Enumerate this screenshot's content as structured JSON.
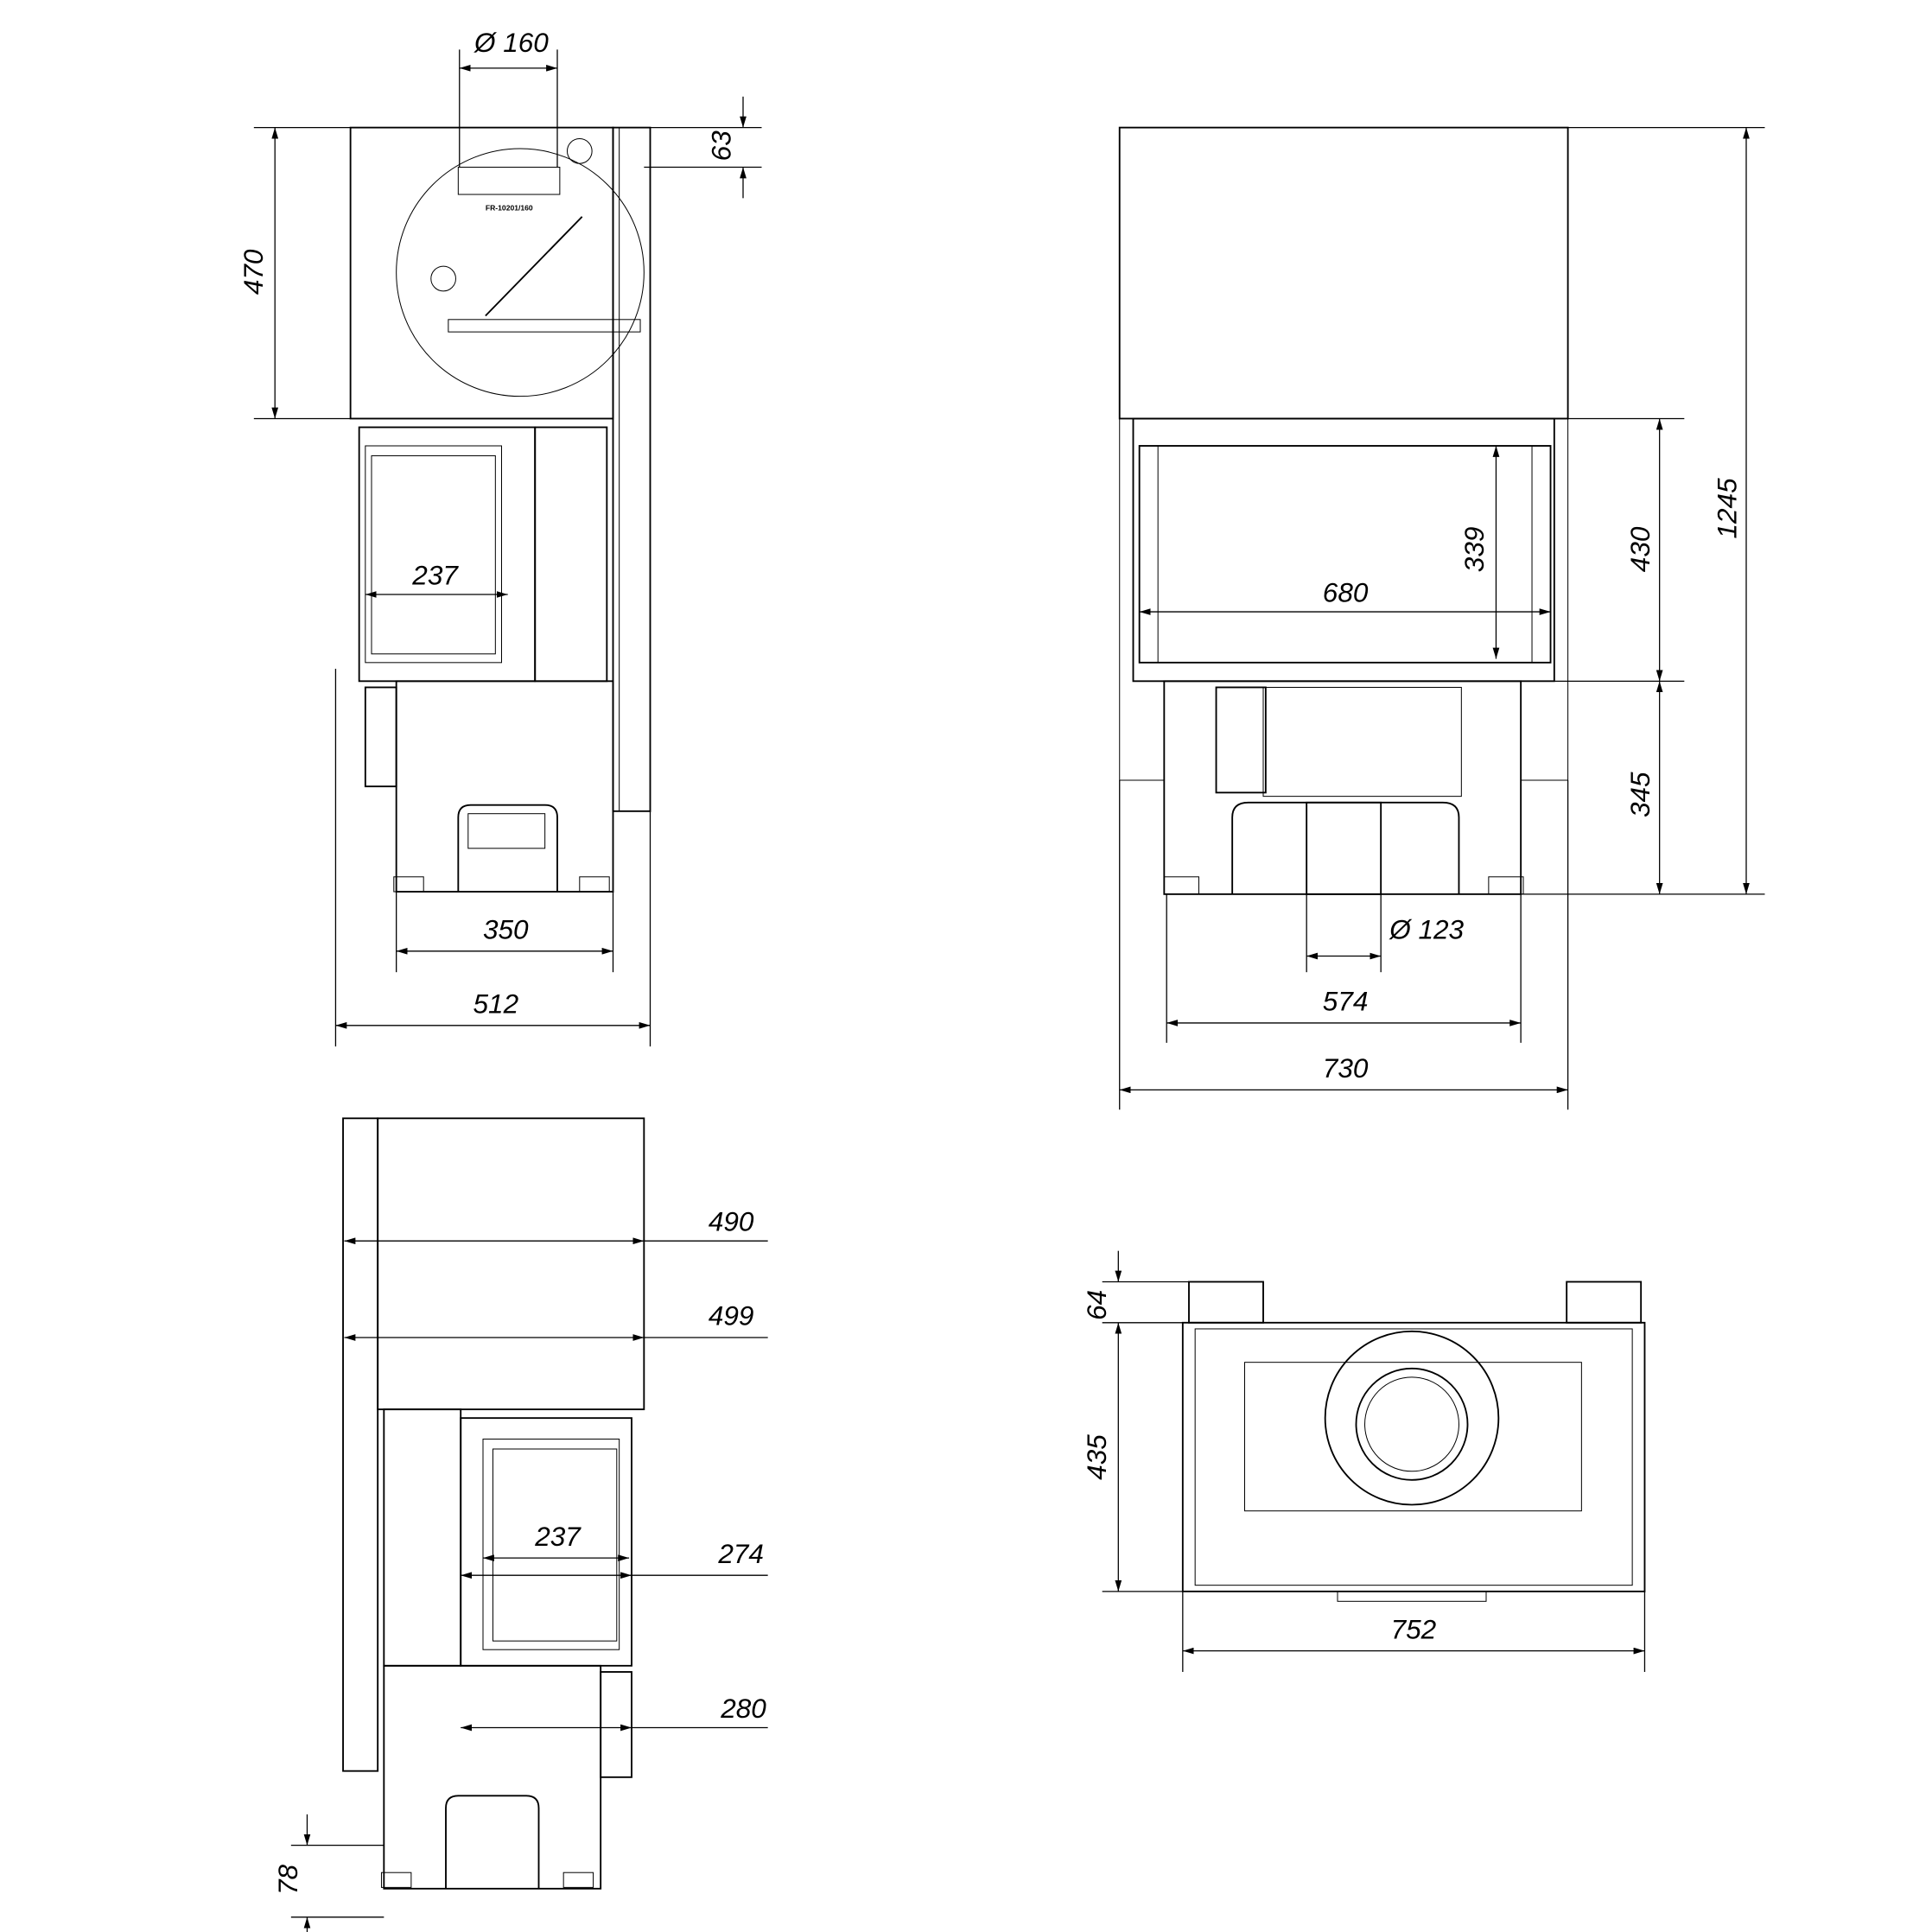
{
  "side_view_left": {
    "dims": {
      "flue_diameter": "Ø 160",
      "top_offset": "63",
      "upper_height": "470",
      "glass_width": "237",
      "leg_span": "350",
      "total_depth": "512"
    },
    "part_label": "FR-10201/160"
  },
  "front_view": {
    "dims": {
      "glass_width": "680",
      "glass_height": "339",
      "firebox_height": "430",
      "base_height": "345",
      "total_height": "1245",
      "air_inlet_diameter": "Ø 123",
      "leg_span": "574",
      "total_width": "730"
    }
  },
  "side_view_right": {
    "dims": {
      "depth_upper": "490",
      "depth_upper_outer": "499",
      "glass_width": "237",
      "firebox_depth": "274",
      "base_depth": "280",
      "foot_height": "78"
    }
  },
  "top_view": {
    "dims": {
      "rear_offset": "64",
      "depth": "435",
      "width": "752"
    }
  }
}
